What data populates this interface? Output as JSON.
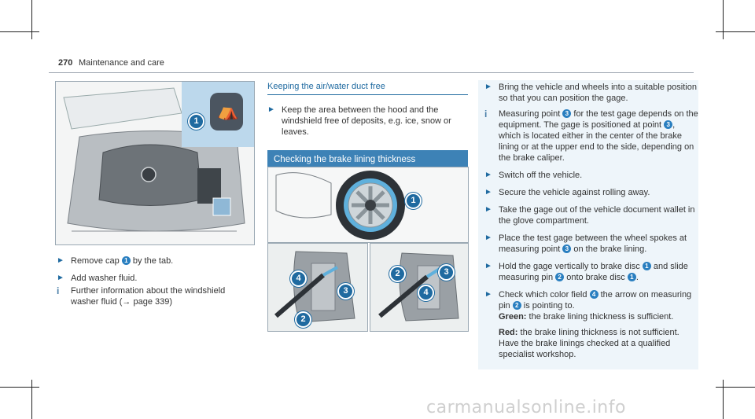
{
  "header": {
    "page_number": "270",
    "section_title": "Maintenance and care"
  },
  "left": {
    "figure_callout": "1",
    "steps": [
      {
        "type": "action",
        "parts": [
          "Remove cap ",
          "1",
          " by the tab."
        ]
      },
      {
        "type": "action",
        "parts": [
          "Add washer fluid."
        ]
      },
      {
        "type": "info",
        "text": "Further information about the windshield washer fluid (→ page 339)"
      }
    ]
  },
  "middle": {
    "heading": "Keeping the air/water duct free",
    "action": "Keep the area between the hood and the windshield free of deposits, e.g. ice, snow or leaves.",
    "section_bar": "Checking the brake lining thickness",
    "wheel_callout": "1",
    "left_caliper_callouts": [
      "4",
      "3",
      "2"
    ],
    "right_caliper_callouts": [
      "2",
      "3",
      "4"
    ]
  },
  "right": {
    "items": [
      {
        "type": "action",
        "parts": [
          "Bring the vehicle and wheels into a suitable position so that you can position the gage."
        ]
      },
      {
        "type": "info",
        "parts": [
          "Measuring point ",
          "3",
          " for the test gage depends on the equipment. The gage is positioned at point ",
          "3",
          ", which is located either in the center of the brake lining or at the upper end to the side, depending on the brake caliper."
        ]
      },
      {
        "type": "action",
        "parts": [
          "Switch off the vehicle."
        ]
      },
      {
        "type": "action",
        "parts": [
          "Secure the vehicle against rolling away."
        ]
      },
      {
        "type": "action",
        "parts": [
          "Take the gage out of the vehicle document wallet in the glove compartment."
        ]
      },
      {
        "type": "action",
        "parts": [
          "Place the test gage between the wheel spokes at measuring point ",
          "3",
          " on the brake lining."
        ]
      },
      {
        "type": "action",
        "parts": [
          "Hold the gage vertically to brake disc ",
          "1",
          " and slide measuring pin ",
          "2",
          " onto brake disc ",
          "1",
          "."
        ]
      },
      {
        "type": "action",
        "parts": [
          "Check which color field ",
          "4",
          " the arrow on measuring pin ",
          "2",
          " is pointing to."
        ]
      }
    ],
    "green_label": "Green:",
    "green_text": " the brake lining thickness is sufficient.",
    "red_label": "Red:",
    "red_text": " the brake lining thickness is not sufficient. Have the brake linings checked at a qualified specialist workshop."
  },
  "watermark": "carmanualsonline.info",
  "colors": {
    "accent": "#1f6aa0",
    "bar": "#3d82b6",
    "callout_bg": "#2a7fc0"
  }
}
